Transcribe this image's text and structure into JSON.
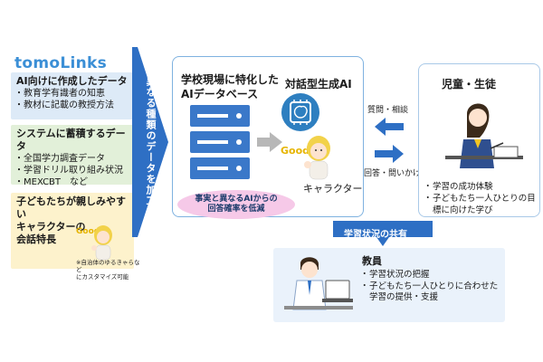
{
  "logo": "tomoLinks",
  "sources": {
    "ai_data": {
      "title": "AI向けに作成したデータ",
      "items": [
        "教育学有識者の知恵",
        "教材に記載の教授方法"
      ]
    },
    "system_data": {
      "title": "システムに蓄積するデータ",
      "items": [
        "全国学力調査データ",
        "学習ドリル取り組み状況",
        "MEXCBT　など"
      ]
    },
    "character": {
      "title_lines": [
        "子どもたちが親しみやすい",
        "キャラクターの",
        "会話特長"
      ],
      "badge": "Good",
      "note_lines": [
        "※自治体のゆるきゃらなど",
        "にカスタマイズ可能"
      ]
    }
  },
  "process_label": "異なる種類のデータを加工",
  "center": {
    "db_title_lines": [
      "学校現場に特化した",
      "AIデータベース"
    ],
    "genai_title": "対話型生成AI",
    "character_caption": "キャラクター",
    "badge": "Good",
    "accuracy_lines": [
      "事実と異なるAIからの",
      "回答確率を低減"
    ]
  },
  "exchange": {
    "to_ai": "質問・相談",
    "to_student": "回答・問いかけ"
  },
  "student": {
    "title": "児童・生徒",
    "points": [
      "学習の成功体験",
      "子どもたち一人ひとりの目標に向けた学び"
    ]
  },
  "share_label": "学習状況の共有",
  "teacher": {
    "title": "教員",
    "points": [
      "学習状況の把握",
      "子どもたち一人ひとりに合わせた学習の提供・支援"
    ]
  },
  "colors": {
    "brand_blue": "#3b8fd6",
    "chevron_blue": "#2e6fc4",
    "server_blue": "#3a78c9",
    "gray_arrow": "#b7b7b7",
    "pink": "#f6c9e8"
  }
}
